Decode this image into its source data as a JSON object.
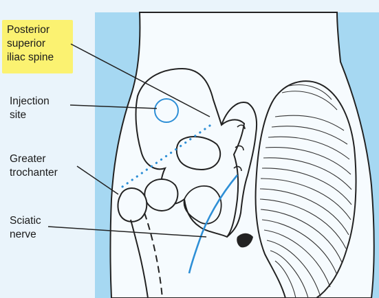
{
  "labels": {
    "psis": "Posterior\nsuperior\niliac spine",
    "injection": "Injection\nsite",
    "trochanter": "Greater\ntrochanter",
    "sciatic": "Sciatic\nnerve"
  },
  "colors": {
    "page_bg": "#eaf4fb",
    "skin_band": "#a6d8f2",
    "body_fill": "#f6fbfe",
    "highlight": "#fbf271",
    "line": "#222222",
    "accent_blue": "#2e8fd6"
  }
}
